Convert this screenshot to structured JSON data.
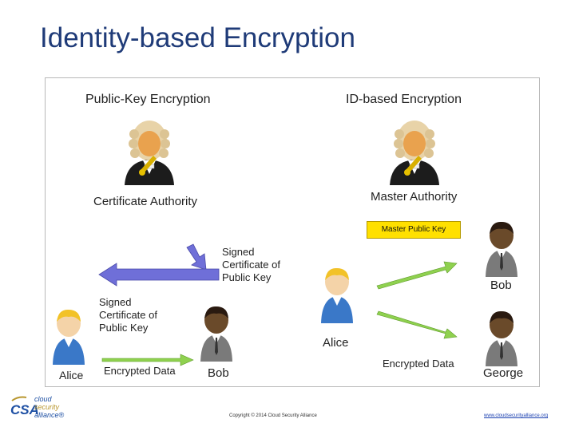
{
  "title": "Identity-based Encryption",
  "left_heading": "Public-Key Encryption",
  "right_heading": "ID-based Encryption",
  "certificate_authority": "Certificate Authority",
  "master_authority": "Master Authority",
  "master_public_key": "Master Public Key",
  "signed_cert_1": [
    "Signed",
    "Certificate of",
    "Public Key"
  ],
  "signed_cert_2": [
    "Signed",
    "Certificate of",
    "Public Key"
  ],
  "alice_left": "Alice",
  "bob_left": "Bob",
  "encrypted_data_left": "Encrypted Data",
  "alice_right": "Alice",
  "bob_right": "Bob",
  "george": "George",
  "encrypted_data_right": "Encrypted Data",
  "footer": {
    "copyright": "Copyright © 2014 Cloud Security Alliance",
    "url": "www.cloudsecurityalliance.org"
  },
  "logo": {
    "abbr": "CSA",
    "line1": "cloud",
    "line2": "security",
    "line3": "alliance®"
  },
  "colors": {
    "title": "#1f3b78",
    "blue_arrow": "#6f6fd8",
    "green_arrow": "#8fd14f",
    "mpk_box": "#ffe000",
    "logo_blue": "#1d4fa3",
    "logo_gold": "#b8962e"
  }
}
